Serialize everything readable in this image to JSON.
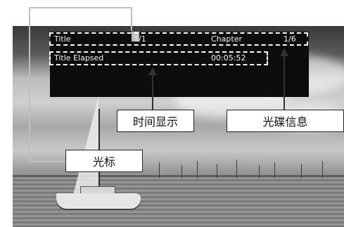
{
  "osd": {
    "title_label": "Title",
    "title_value": "1/1",
    "chapter_label": "Chapter",
    "chapter_value": "1/6",
    "elapsed_label": "Title Elapsed",
    "elapsed_value": "00:05:52"
  },
  "callouts": {
    "time_display": "时间显示",
    "disc_info": "光碟信息",
    "cursor": "光标"
  }
}
